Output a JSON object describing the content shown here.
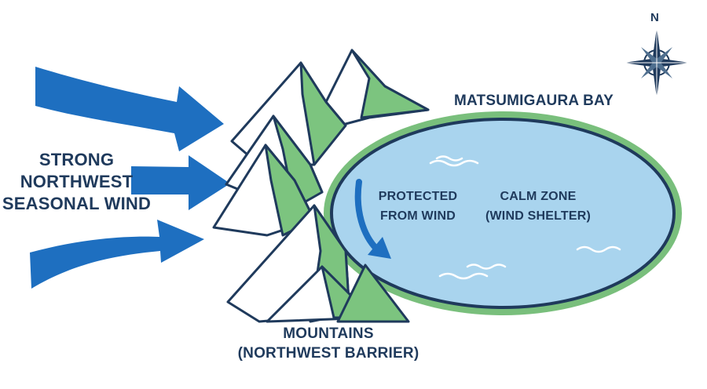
{
  "wind": {
    "lines": [
      "STRONG",
      "NORTHWEST",
      "SEASONAL WIND"
    ]
  },
  "bay": {
    "title": "MATSUMIGAURA BAY",
    "protected_lines": [
      "PROTECTED",
      "FROM WIND"
    ],
    "calm_lines": [
      "CALM ZONE",
      "(WIND SHELTER)"
    ]
  },
  "mountains": {
    "lines": [
      "MOUNTAINS",
      "(NORTHWEST BARRIER)"
    ]
  },
  "compass": {
    "north_label": "N"
  },
  "colors": {
    "wind_arrow": "#1e6fc0",
    "mountain_green": "#7cc47f",
    "mountain_outline": "#1f3a5c",
    "water": "#a9d4ee",
    "shore": "#79bf7c",
    "text": "#1f3a5c"
  }
}
